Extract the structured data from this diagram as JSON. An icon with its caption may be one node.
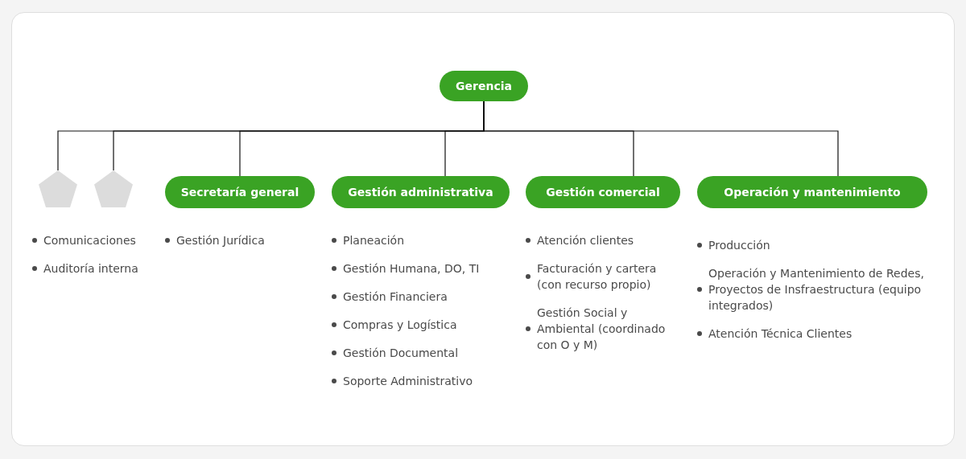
{
  "diagram": {
    "nodes": [
      {
        "text": [
          "Gerencia"
        ]
      },
      {
        "text": [],
        "shape": "pentagon"
      },
      {
        "text": [],
        "shape": "pentagon"
      },
      {
        "text": [
          "Secretaría general"
        ]
      },
      {
        "text": [
          "Gestión administrativa"
        ]
      },
      {
        "text": [
          "Gestión comercial"
        ]
      },
      {
        "text": [
          "Operación y mantenimiento"
        ]
      }
    ],
    "edges": [
      {
        "from": 0,
        "to": 1,
        "arrow": "none"
      },
      {
        "from": 0,
        "to": 2,
        "arrow": "none"
      },
      {
        "from": 0,
        "to": 3,
        "arrow": "none"
      },
      {
        "from": 0,
        "to": 4,
        "arrow": "none"
      },
      {
        "from": 0,
        "to": 5,
        "arrow": "none"
      },
      {
        "from": 0,
        "to": 6,
        "arrow": "none"
      }
    ],
    "labels": [
      "Comunicaciones",
      "Auditoría interna",
      "Gestión Jurídica",
      "Planeación",
      "Gestión Humana, DO, TI",
      "Gestión Financiera",
      "Compras y Logística",
      "Gestión Documental",
      "Soporte Administrativo",
      "Atención clientes",
      "Facturación y cartera (con recurso propio)",
      "Gestión Social y Ambiental (coordinado con O y M)",
      "Producción",
      "Operación y Mantenimiento de Redes, Proyectos de Insfraestructura (equipo integrados)",
      "Atención Técnica Clientes"
    ]
  }
}
